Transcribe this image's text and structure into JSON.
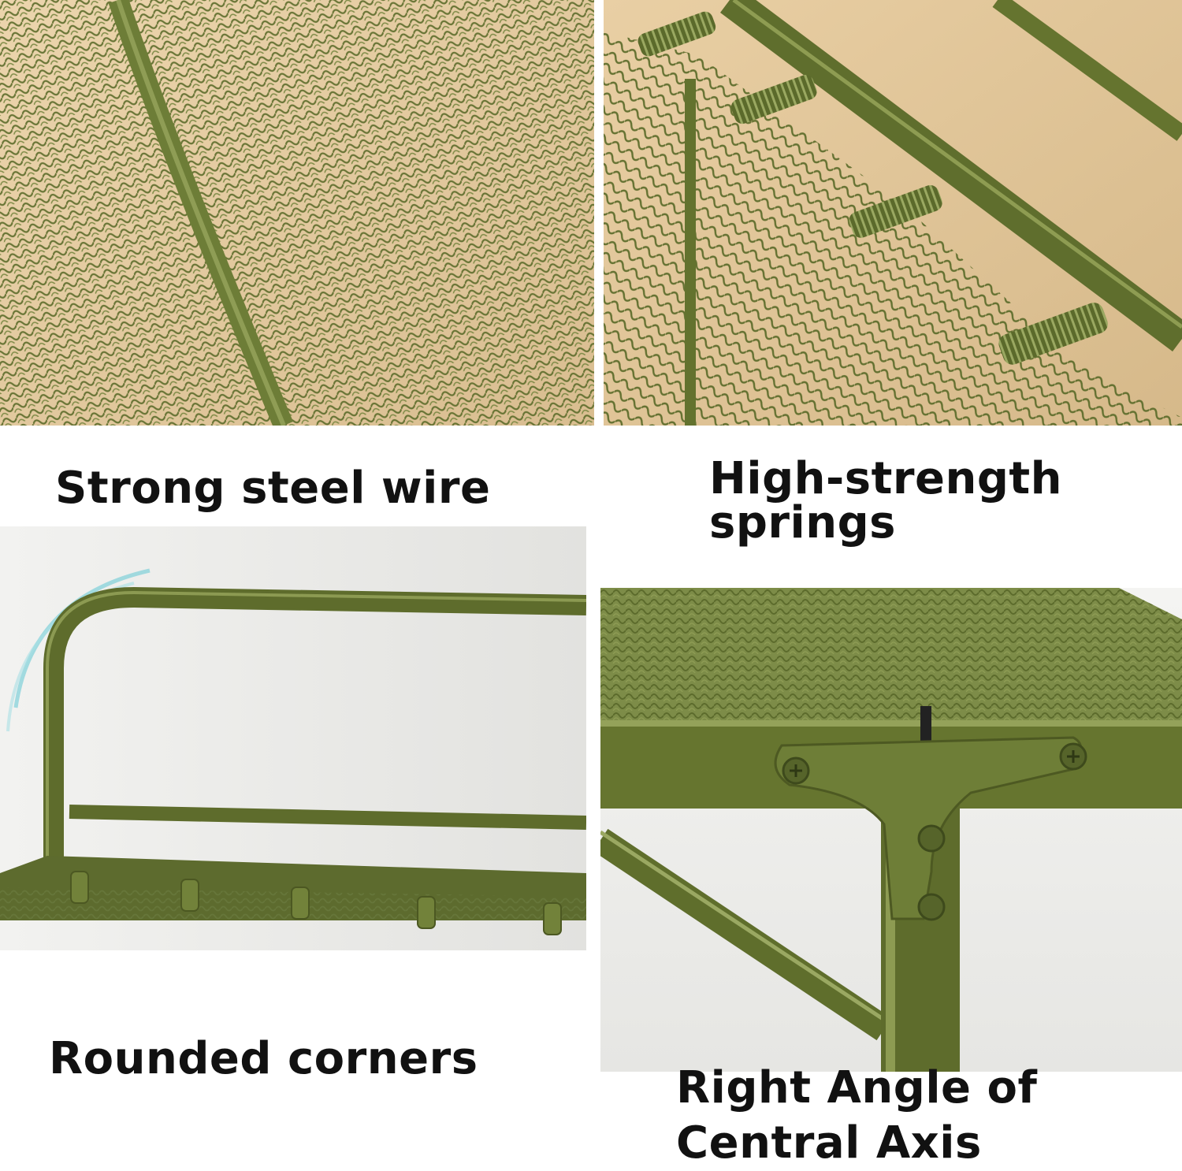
{
  "panels": {
    "top_left": {
      "caption": "Strong steel wire"
    },
    "top_right": {
      "caption_line1": "High-strength",
      "caption_line2": "springs"
    },
    "bottom_left": {
      "caption": "Rounded corners"
    },
    "bottom_right": {
      "caption_line1": "Right Angle of",
      "caption_line2": "Central Axis"
    }
  },
  "colors": {
    "frame_green": "#5d6b2e",
    "mesh_green": "#6a7a36",
    "floor_wood": "#e2c9a0",
    "backdrop_gray": "#e9e9e7"
  }
}
